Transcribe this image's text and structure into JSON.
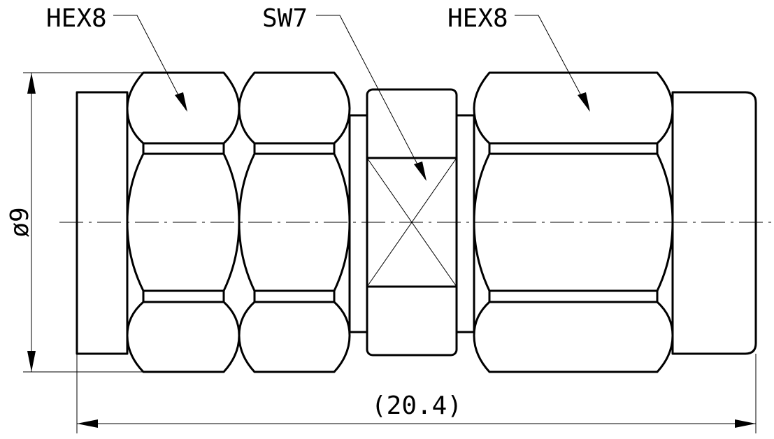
{
  "callouts": {
    "hex_left": "HEX8",
    "sw": "SW7",
    "hex_right": "HEX8"
  },
  "dimensions": {
    "diameter": "ø9",
    "length": "(20.4)"
  }
}
